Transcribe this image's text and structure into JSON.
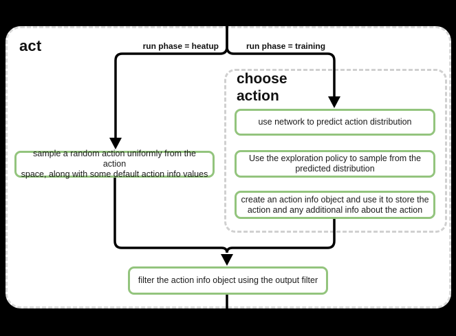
{
  "flow": {
    "title": "act",
    "branches": [
      {
        "id": "heatup",
        "label": "run phase = heatup"
      },
      {
        "id": "training",
        "label": "run phase = training"
      }
    ],
    "heatup_step": "sample a random action uniformly from the action\nspace, along with some default action info values",
    "choose_action": {
      "title": "choose\naction",
      "steps": [
        "use network to predict action distribution",
        "Use the exploration policy to sample from the\npredicted distribution",
        "create an action info object and use it to store the\naction and any additional info about the action"
      ]
    },
    "final_step": "filter the action info object using the output filter"
  },
  "colors": {
    "background": "#000000",
    "canvas_fill": "#ffffff",
    "canvas_border": "#d9d9d9",
    "group_border": "#d0d0d0",
    "node_border": "#93c47d",
    "connector": "#000000",
    "text": "#111111"
  }
}
